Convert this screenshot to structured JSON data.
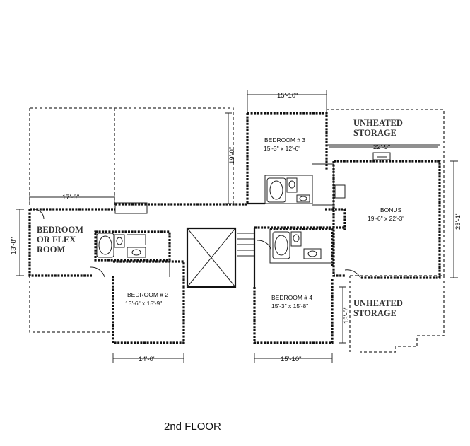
{
  "floor_label": "2nd FLOOR",
  "rooms": {
    "bedroom3": {
      "title": "BEDROOM # 3",
      "dims": "15'-3\" x 12'-6\""
    },
    "bonus": {
      "title": "BONUS",
      "dims": "19'-6\" x 22'-3\""
    },
    "bedroom2": {
      "title": "BEDROOM # 2",
      "dims": "13'-6\" x 15'-9\""
    },
    "bedroom4": {
      "title": "BEDROOM # 4",
      "dims": "15'-3\" x 15'-8\""
    },
    "flex": {
      "line1": "BEDROOM",
      "line2": "OR FLEX",
      "line3": "ROOM"
    },
    "storage_top": {
      "line1": "UNHEATED",
      "line2": "STORAGE"
    },
    "storage_bottom": {
      "line1": "UNHEATED",
      "line2": "STORAGE"
    }
  },
  "dimensions": {
    "bedroom3_width": "15'-10\"",
    "bedroom3_height": "19'-0\"",
    "bonus_width": "22'-9\"",
    "bonus_height": "23'-1\"",
    "flex_width": "17'-0\"",
    "flex_height": "13'-8\"",
    "bedroom2_width": "14'-0\"",
    "bedroom4_width": "15'-10\"",
    "storage_height": "13'-0\""
  }
}
